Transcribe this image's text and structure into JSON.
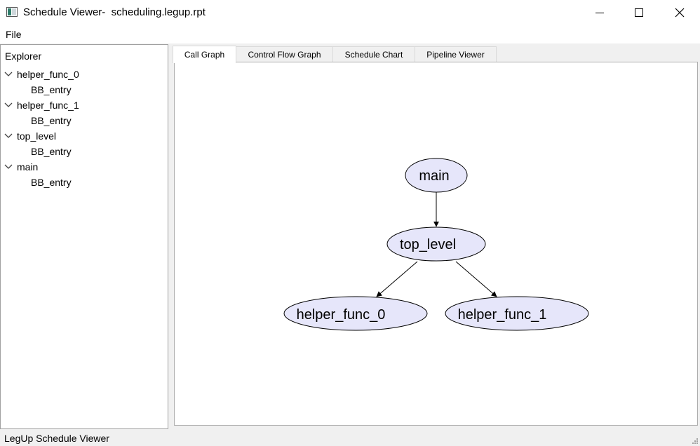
{
  "window": {
    "title": "Schedule Viewer-  scheduling.legup.rpt",
    "minimize_icon": "minimize-icon",
    "maximize_icon": "maximize-icon",
    "close_icon": "close-icon"
  },
  "menu": {
    "file": "File"
  },
  "explorer": {
    "header": "Explorer",
    "items": [
      {
        "label": "helper_func_0",
        "children": [
          "BB_entry"
        ]
      },
      {
        "label": "helper_func_1",
        "children": [
          "BB_entry"
        ]
      },
      {
        "label": "top_level",
        "children": [
          "BB_entry"
        ]
      },
      {
        "label": "main",
        "children": [
          "BB_entry"
        ]
      }
    ]
  },
  "tabs": [
    {
      "label": "Call Graph",
      "active": true
    },
    {
      "label": "Control Flow Graph",
      "active": false
    },
    {
      "label": "Schedule Chart",
      "active": false
    },
    {
      "label": "Pipeline Viewer",
      "active": false
    }
  ],
  "call_graph": {
    "node_fill": "#e6e6fa",
    "nodes": [
      "main",
      "top_level",
      "helper_func_0",
      "helper_func_1"
    ],
    "edges": [
      [
        "main",
        "top_level"
      ],
      [
        "top_level",
        "helper_func_0"
      ],
      [
        "top_level",
        "helper_func_1"
      ]
    ]
  },
  "status": {
    "text": "LegUp Schedule Viewer"
  }
}
